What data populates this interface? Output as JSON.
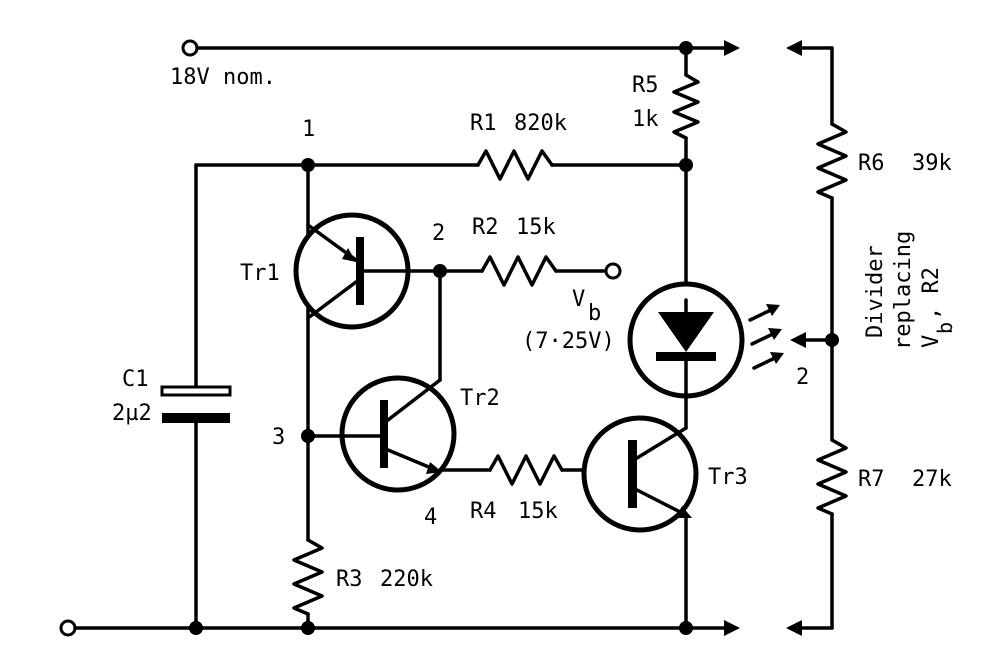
{
  "supply": {
    "label": "18V nom."
  },
  "nodes": {
    "n1": "1",
    "n2": "2",
    "n3": "3",
    "n4": "4",
    "n2_divider": "2"
  },
  "components": {
    "r1": {
      "name": "R1",
      "value": "820k"
    },
    "r2": {
      "name": "R2",
      "value": "15k"
    },
    "r3": {
      "name": "R3",
      "value": "220k"
    },
    "r4": {
      "name": "R4",
      "value": "15k"
    },
    "r5": {
      "name": "R5",
      "value": "1k"
    },
    "r6": {
      "name": "R6",
      "value": "39k"
    },
    "r7": {
      "name": "R7",
      "value": "27k"
    },
    "c1": {
      "name": "C1",
      "value": "2µ2"
    },
    "tr1": {
      "name": "Tr1"
    },
    "tr2": {
      "name": "Tr2"
    },
    "tr3": {
      "name": "Tr3"
    }
  },
  "vb": {
    "symbol": "V",
    "subscript": "b",
    "value": "(7·25V)"
  },
  "divider": {
    "line1": "Divider",
    "line2": "replacing",
    "line3_v": "V",
    "line3_sub": "b",
    "line3_rest": ", R2"
  }
}
